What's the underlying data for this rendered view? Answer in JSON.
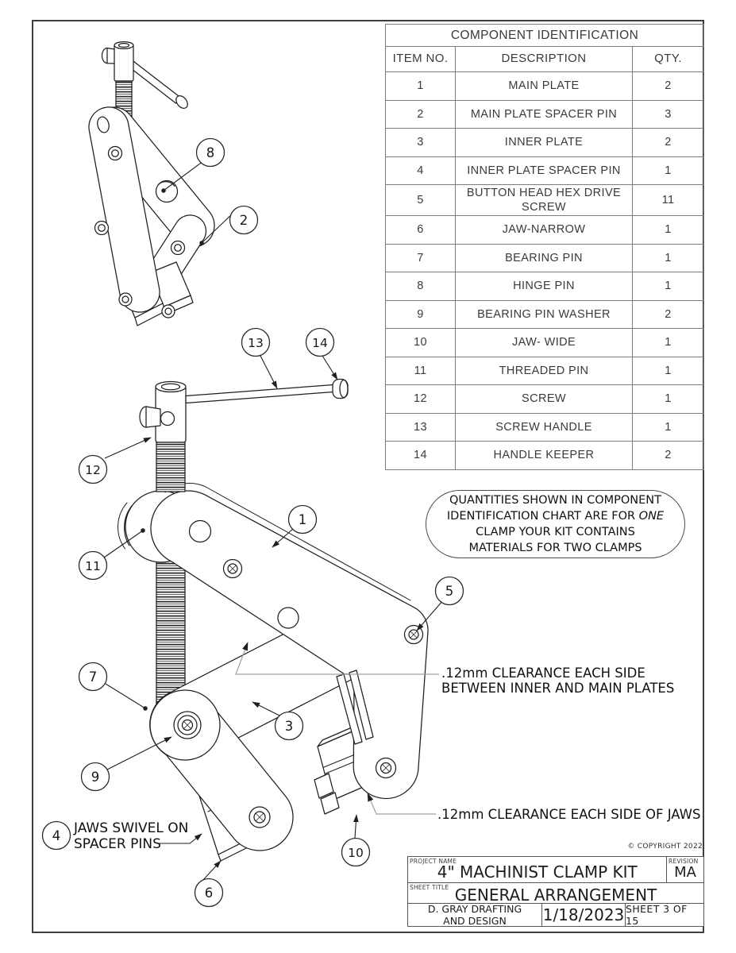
{
  "balloons": [
    {
      "label": "1"
    },
    {
      "label": "2"
    },
    {
      "label": "3"
    },
    {
      "label": "4"
    },
    {
      "label": "5"
    },
    {
      "label": "6"
    },
    {
      "label": "7"
    },
    {
      "label": "8"
    },
    {
      "label": "9"
    },
    {
      "label": "10"
    },
    {
      "label": "11"
    },
    {
      "label": "12"
    },
    {
      "label": "13"
    },
    {
      "label": "14"
    }
  ],
  "parts_table": {
    "title": "COMPONENT IDENTIFICATION",
    "headers": [
      "ITEM NO.",
      "DESCRIPTION",
      "QTY."
    ],
    "rows": [
      {
        "item": "1",
        "description": "MAIN PLATE",
        "qty": "2"
      },
      {
        "item": "2",
        "description": "MAIN PLATE SPACER PIN",
        "qty": "3"
      },
      {
        "item": "3",
        "description": "INNER PLATE",
        "qty": "2"
      },
      {
        "item": "4",
        "description": "INNER PLATE SPACER PIN",
        "qty": "1"
      },
      {
        "item": "5",
        "description": "BUTTON HEAD HEX DRIVE SCREW",
        "qty": "11"
      },
      {
        "item": "6",
        "description": "JAW-NARROW",
        "qty": "1"
      },
      {
        "item": "7",
        "description": "BEARING PIN",
        "qty": "1"
      },
      {
        "item": "8",
        "description": "HINGE PIN",
        "qty": "1"
      },
      {
        "item": "9",
        "description": "BEARING PIN WASHER",
        "qty": "2"
      },
      {
        "item": "10",
        "description": "JAW- WIDE",
        "qty": "1"
      },
      {
        "item": "11",
        "description": "THREADED PIN",
        "qty": "1"
      },
      {
        "item": "12",
        "description": "SCREW",
        "qty": "1"
      },
      {
        "item": "13",
        "description": "SCREW HANDLE",
        "qty": "1"
      },
      {
        "item": "14",
        "description": "HANDLE KEEPER",
        "qty": "2"
      }
    ]
  },
  "notes": {
    "quantities": {
      "line1": "QUANTITIES SHOWN IN COMPONENT",
      "line2_prefix": "IDENTIFICATION CHART ARE FOR ",
      "line2_italic": "ONE",
      "line3": "CLAMP YOUR KIT CONTAINS",
      "line4": "MATERIALS FOR TWO CLAMPS"
    },
    "clearance_plates_line1": ".12mm CLEARANCE EACH SIDE",
    "clearance_plates_line2": "BETWEEN INNER AND MAIN PLATES",
    "clearance_jaws": ".12mm CLEARANCE EACH SIDE OF JAWS",
    "jaws_swivel_line1": "JAWS SWIVEL ON",
    "jaws_swivel_line2": "SPACER PINS"
  },
  "title_block": {
    "copyright": "© COPYRIGHT 2022",
    "project_name_label": "PROJECT NAME",
    "project_name": "4\" MACHINIST CLAMP KIT",
    "revision_label": "REVISION",
    "revision": "MA",
    "sheet_title_label": "SHEET TITLE",
    "sheet_title": "GENERAL ARRANGEMENT",
    "company_line1": "D. GRAY DRAFTING",
    "company_line2": "AND DESIGN",
    "date": "1/18/2023",
    "sheet_number": "SHEET 3 OF 15"
  },
  "colors": {
    "line": "#1f1f1f",
    "leader_gray": "#a0a0a0",
    "table_border": "#7d7d7d"
  }
}
